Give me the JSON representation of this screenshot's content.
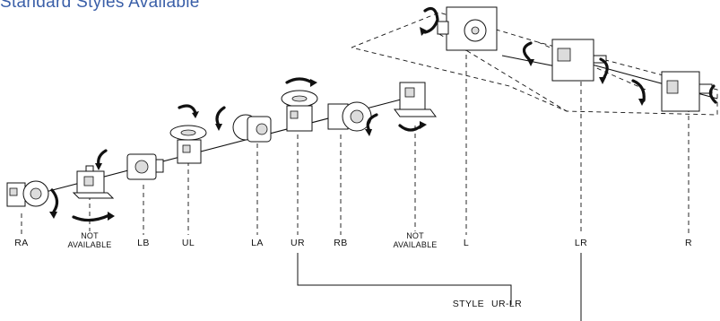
{
  "title": "Standard Styles Available",
  "styles": [
    {
      "id": "RA",
      "label": "RA"
    },
    {
      "id": "NA1",
      "label": [
        "NOT",
        "AVAILABLE"
      ]
    },
    {
      "id": "LB",
      "label": "LB"
    },
    {
      "id": "UL",
      "label": "UL"
    },
    {
      "id": "LA",
      "label": "LA"
    },
    {
      "id": "UR",
      "label": "UR"
    },
    {
      "id": "RB",
      "label": "RB"
    },
    {
      "id": "NA2",
      "label": [
        "NOT",
        "AVAILABLE"
      ]
    },
    {
      "id": "L",
      "label": "L"
    },
    {
      "id": "LR",
      "label": "LR"
    },
    {
      "id": "R",
      "label": "R"
    }
  ],
  "combo_label": {
    "prefix": "STYLE",
    "value": "UR-LR"
  },
  "colors": {
    "title": "#3a5fa8",
    "ink": "#111111",
    "fill": "#ffffff",
    "shade": "#dcdcdc"
  }
}
